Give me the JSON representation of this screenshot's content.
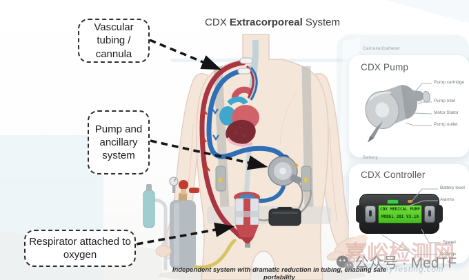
{
  "title": {
    "part1": "CDX ",
    "part2": "Extracorporeal",
    "part3": " System"
  },
  "boxes": {
    "vascular": "Vascular tubing / cannula",
    "pump": "Pump and ancillary system",
    "respirator": "Respirator attached to oxygen"
  },
  "panels": {
    "pump": {
      "tag": "Cannula/Catheter",
      "heading": "CDX Pump",
      "labels": [
        "Pump cartridge",
        "Pump Inlet",
        "Motor Stator",
        "Pump outlet"
      ]
    },
    "controller": {
      "tag": "Battery",
      "heading": "CDX Controller",
      "labels": [
        "Battery level",
        "Alarms",
        "Speed",
        "Settings"
      ],
      "lcd1": "CDX MEDICAL PUMP",
      "lcd2": "MODEL 201 V3.10"
    }
  },
  "footer": {
    "caption": "Independent system with dramatic reduction in tubing, enabling safe portability"
  },
  "watermark": {
    "big": "嘉峪检测网",
    "account": "公众号 · MedTF",
    "site": "AnyTesting.com"
  },
  "icons": {
    "lightning": "⚡"
  },
  "colors": {
    "tube_red": "#a93442",
    "tube_blue": "#2f6fb5",
    "oxygen_yellow": "#d6c465",
    "lcd_green": "#5bd32b"
  }
}
